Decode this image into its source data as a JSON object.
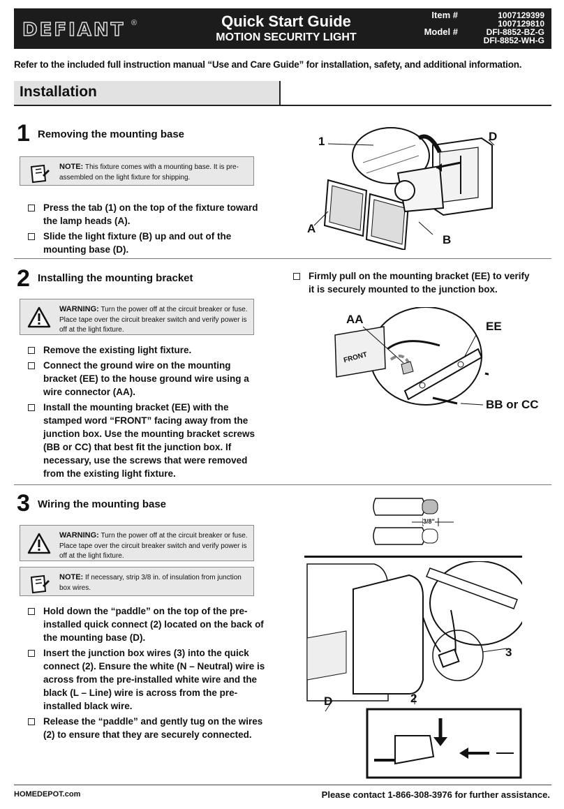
{
  "header": {
    "logo": "DEFIANT",
    "logo_mark": "®",
    "title": "Quick Start Guide",
    "subtitle": "MOTION SECURITY LIGHT",
    "item_label": "Item #",
    "item_numbers": [
      "1007129399",
      "1007129810"
    ],
    "model_label": "Model #",
    "model_numbers": [
      "DFI-8852-BZ-G",
      "DFI-8852-WH-G"
    ]
  },
  "intro": "Refer to the included full instruction manual “Use and Care Guide” for installation, safety, and additional information.",
  "section": {
    "title": "Installation"
  },
  "steps": [
    {
      "number": "1",
      "title": "Removing the mounting base",
      "note": {
        "label": "NOTE:",
        "text": "This fixture comes with a mounting base. It is pre-assembled on the light fixture for shipping."
      },
      "bullets": [
        "Press the tab (1) on the top of the fixture toward the lamp heads (A).",
        "Slide the light fixture (B) up and out of the mounting base (D)."
      ],
      "figure_labels": [
        "1",
        "D",
        "A",
        "B"
      ]
    },
    {
      "number": "2",
      "title": "Installing the mounting bracket",
      "warning": {
        "label": "WARNING:",
        "text": "Turn the power off at the circuit breaker or fuse. Place tape over the circuit breaker switch and verify power is off at the light fixture."
      },
      "bullets": [
        "Remove the existing light fixture.",
        "Connect the ground wire on the mounting bracket (EE) to the house ground wire using a wire connector (AA).",
        "Install the mounting bracket (EE) with the stamped word “FRONT” facing away from the junction box. Use the mounting bracket screws (BB or CC) that best fit the junction box. If necessary, use the screws that were removed from the existing light fixture."
      ],
      "right_bullets": [
        "Firmly pull on the mounting bracket (EE) to verify it is securely mounted to the junction box."
      ],
      "figure_labels": [
        "AA",
        "EE",
        "BB or CC"
      ],
      "figure_stamp": "FRONT"
    },
    {
      "number": "3",
      "title": "Wiring the mounting base",
      "warning": {
        "label": "WARNING:",
        "text": "Turn the power off at the circuit breaker or fuse. Place tape over the circuit breaker switch and verify power is off at the light fixture."
      },
      "note": {
        "label": "NOTE:",
        "text": "If necessary, strip 3/8 in. of insulation from junction box wires."
      },
      "bullets": [
        "Hold down the “paddle” on the top of the pre-installed quick connect (2) located on the back of the mounting base (D).",
        "Insert the junction box wires (3) into the quick connect (2). Ensure the white (N – Neutral) wire is across from the pre-installed white wire and the black (L – Line) wire is across from the pre-installed black wire.",
        "Release the “paddle” and gently tug on the wires (2) to ensure that they are securely connected."
      ],
      "strip_label": "3/8\"",
      "figure_labels": [
        "3",
        "D",
        "2"
      ]
    }
  ],
  "footer": {
    "website": "HOMEDEPOT.com",
    "contact": "Please contact 1-866-308-3976 for further assistance."
  }
}
